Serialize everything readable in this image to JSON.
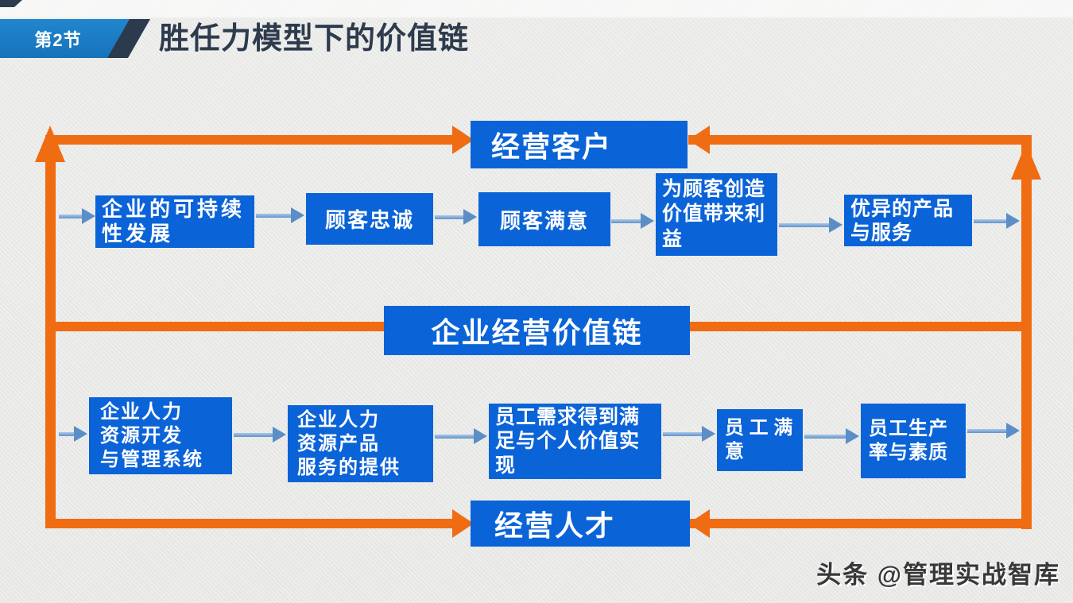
{
  "slide": {
    "section_badge": "第2节",
    "title": "胜任力模型下的价值链",
    "watermark": "头条 @管理实战智库"
  },
  "colors": {
    "box_blue": "#0b63d8",
    "badge_blue": "#1b7cc4",
    "header_navy": "#2e3b4d",
    "loop_orange": "#ef6c12",
    "flow_arrow_blue": "#6393cc",
    "background_gray": "#e9e9e7"
  },
  "diagram": {
    "top_anchor": {
      "label": "经营客户"
    },
    "middle_anchor": {
      "label": "企业经营价值链"
    },
    "bottom_anchor": {
      "label": "经营人才"
    },
    "customer_chain": [
      {
        "label": "企业的可持续\n性发展"
      },
      {
        "label": "顾客忠诚"
      },
      {
        "label": "顾客满意"
      },
      {
        "label": "为顾客创造\n价值带来利\n益"
      },
      {
        "label": "优异的产品\n与服务"
      }
    ],
    "talent_chain": [
      {
        "label": "企业人力\n资源开发\n与管理系统"
      },
      {
        "label": "企业人力\n资源产品\n服务的提供"
      },
      {
        "label": "员工需求得到满\n足与个人价值实\n现"
      },
      {
        "label": "员 工 满\n意"
      },
      {
        "label": "员工生产\n率与素质"
      }
    ]
  }
}
